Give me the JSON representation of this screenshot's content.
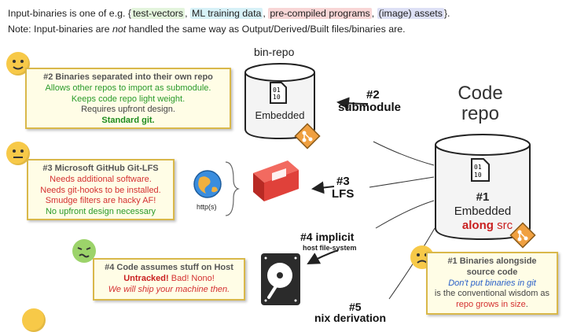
{
  "header": {
    "line1_prefix": "Input-binaries is one of e.g. {",
    "line1_a": "test-vectors",
    "line1_b": "ML training data",
    "line1_c": "pre-compiled programs",
    "line1_d": "(image) assets",
    "line1_suffix": "}.",
    "sep": ",",
    "line2_a": "Note: Input-binaries are ",
    "line2_em": "not",
    "line2_b": " handled the same way as Output/Derived/Built files/binaries are."
  },
  "bin_repo": {
    "title": "bin-repo",
    "inner": "Embedded",
    "file_glyph": "01\n10"
  },
  "code_repo": {
    "title_line1": "Code",
    "title_line2": "repo",
    "num": "#1",
    "inner": "Embedded",
    "along": "along",
    "src": "src"
  },
  "labels": {
    "submodule_num": "#2",
    "submodule": "submodule",
    "lfs_num": "#3",
    "lfs": "LFS",
    "implicit": "#4 implicit",
    "implicit_sub": "host file-system",
    "derivation_num": "#5",
    "derivation": "nix derivation",
    "http": "http(s)"
  },
  "notes": {
    "n2": {
      "title": "#2 Binaries separated into their own repo",
      "l1": "Allows other repos to import as submodule.",
      "l2": "Keeps code repo light weight.",
      "l3": "Requires upfront design.",
      "l4": "Standard git."
    },
    "n3": {
      "title": "#3 Microsoft GitHub Git-LFS",
      "l1": "Needs additional software.",
      "l2": "Needs git-hooks to be installed.",
      "l3": "Smudge filters are hacky AF!",
      "l4": "No upfront design necessary"
    },
    "n4": {
      "title": "#4 Code assumes stuff on Host",
      "untracked": "Untracked!",
      "bad": " Bad! Nono!",
      "l2": "We will ship your machine then."
    },
    "n1": {
      "title": "#1 Binaries alongside source code",
      "l1": "Don't put binaries in git",
      "l2": "is the conventional wisdom as",
      "l3": "repo grows in size",
      "l3_end": "."
    }
  },
  "colors": {
    "note_border": "#d9b84a",
    "note_bg": "#fffde6",
    "git_orange": "#f0a040",
    "lfs_red": "#e0413a"
  }
}
